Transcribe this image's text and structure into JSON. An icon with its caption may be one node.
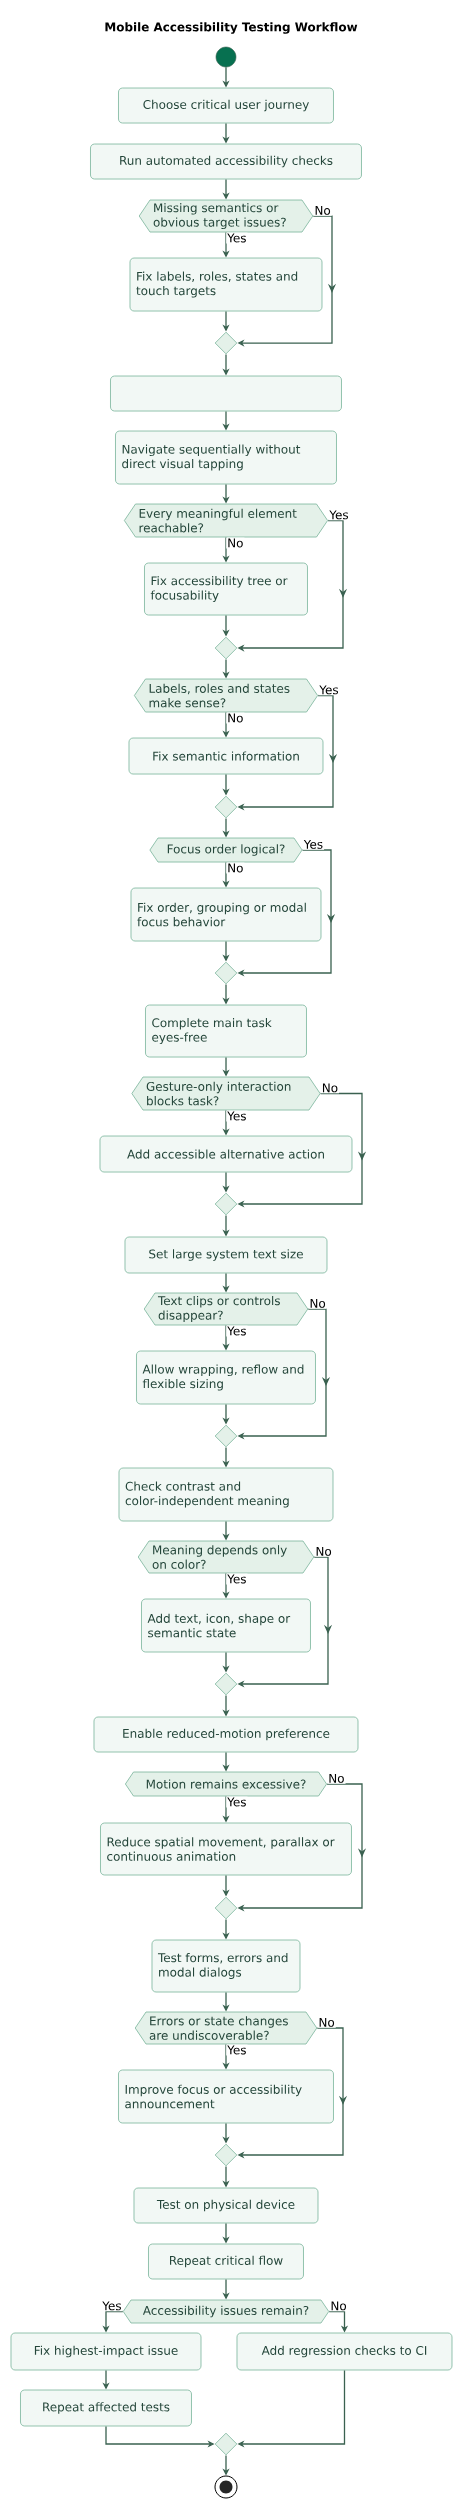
{
  "diagram": {
    "title": "Mobile Accessibility Testing Workflow",
    "nodes": [
      {
        "text": [],
        "shape": "circle"
      },
      {
        "text": [
          "Choose critical user journey"
        ]
      },
      {
        "text": [
          "Run automated accessibility checks"
        ]
      },
      {
        "text": [
          "Missing semantics or obvious target issues?"
        ]
      },
      {
        "text": [
          "Fix labels, roles, states and touch targets"
        ]
      },
      {
        "text": [],
        "shape": "diamond"
      },
      {
        "text": [],
        "shape": "box"
      },
      {
        "text": [
          "Navigate sequentially without direct visual tapping"
        ]
      },
      {
        "text": [
          "Every meaningful element reachable?"
        ]
      },
      {
        "text": [
          "Fix accessibility tree or focusability"
        ]
      },
      {
        "text": [],
        "shape": "diamond"
      },
      {
        "text": [
          "Labels, roles and states make sense?"
        ]
      },
      {
        "text": [
          "Fix semantic information"
        ]
      },
      {
        "text": [],
        "shape": "diamond"
      },
      {
        "text": [
          "Focus order logical?"
        ]
      },
      {
        "text": [
          "Fix order, grouping or modal focus behavior"
        ]
      },
      {
        "text": [],
        "shape": "diamond"
      },
      {
        "text": [
          "Complete main task eyes-free"
        ]
      },
      {
        "text": [
          "Gesture-only interaction blocks task?"
        ]
      },
      {
        "text": [
          "Add accessible alternative action"
        ]
      },
      {
        "text": [],
        "shape": "diamond"
      },
      {
        "text": [
          "Set large system text size"
        ]
      },
      {
        "text": [
          "Text clips or controls disappear?"
        ]
      },
      {
        "text": [
          "Allow wrapping, reflow and flexible sizing"
        ]
      },
      {
        "text": [],
        "shape": "diamond"
      },
      {
        "text": [
          "Check contrast and color-independent meaning"
        ]
      },
      {
        "text": [
          "Meaning depends only on color?"
        ]
      },
      {
        "text": [
          "Add text, icon, shape or semantic state"
        ]
      },
      {
        "text": [],
        "shape": "diamond"
      },
      {
        "text": [
          "Enable reduced-motion preference"
        ]
      },
      {
        "text": [
          "Motion remains excessive?"
        ]
      },
      {
        "text": [
          "Reduce spatial movement, parallax or continuous animation"
        ]
      },
      {
        "text": [],
        "shape": "diamond"
      },
      {
        "text": [
          "Test forms, errors and modal dialogs"
        ]
      },
      {
        "text": [
          "Errors or state changes are undiscoverable?"
        ]
      },
      {
        "text": [
          "Improve focus or accessibility announcement"
        ]
      },
      {
        "text": [],
        "shape": "diamond"
      },
      {
        "text": [
          "Test on physical device"
        ]
      },
      {
        "text": [
          "Repeat critical flow"
        ]
      },
      {
        "text": [
          "Accessibility issues remain?"
        ]
      },
      {
        "text": [
          "Fix highest-impact issue"
        ]
      },
      {
        "text": [
          "Add regression checks to CI"
        ]
      },
      {
        "text": [
          "Repeat affected tests"
        ]
      },
      {
        "text": [],
        "shape": "diamond"
      },
      {
        "text": [],
        "shape": "circle"
      }
    ],
    "edges": [
      {
        "from": 0,
        "to": 1,
        "arrow": "to"
      },
      {
        "from": 1,
        "to": 2,
        "arrow": "to"
      },
      {
        "from": 2,
        "to": 3,
        "arrow": "to"
      },
      {
        "from": 3,
        "to": 4,
        "arrow": "to",
        "label": "Yes"
      },
      {
        "from": 3,
        "to": 5,
        "arrow": "to",
        "label": "No"
      },
      {
        "from": 4,
        "to": 5,
        "arrow": "to"
      },
      {
        "from": 5,
        "to": 6,
        "arrow": "to"
      },
      {
        "from": 6,
        "to": 7,
        "arrow": "to"
      },
      {
        "from": 7,
        "to": 8,
        "arrow": "to"
      },
      {
        "from": 8,
        "to": 9,
        "arrow": "to",
        "label": "No"
      },
      {
        "from": 8,
        "to": 10,
        "arrow": "to",
        "label": "Yes"
      },
      {
        "from": 9,
        "to": 10,
        "arrow": "to"
      },
      {
        "from": 10,
        "to": 11,
        "arrow": "to"
      },
      {
        "from": 11,
        "to": 12,
        "arrow": "to",
        "label": "No"
      },
      {
        "from": 11,
        "to": 13,
        "arrow": "to",
        "label": "Yes"
      },
      {
        "from": 12,
        "to": 13,
        "arrow": "to"
      },
      {
        "from": 13,
        "to": 14,
        "arrow": "to"
      },
      {
        "from": 14,
        "to": 15,
        "arrow": "to",
        "label": "No"
      },
      {
        "from": 14,
        "to": 16,
        "arrow": "to",
        "label": "Yes"
      },
      {
        "from": 15,
        "to": 16,
        "arrow": "to"
      },
      {
        "from": 16,
        "to": 17,
        "arrow": "to"
      },
      {
        "from": 17,
        "to": 18,
        "arrow": "to"
      },
      {
        "from": 18,
        "to": 19,
        "arrow": "to",
        "label": "Yes"
      },
      {
        "from": 18,
        "to": 20,
        "arrow": "to",
        "label": "No"
      },
      {
        "from": 19,
        "to": 20,
        "arrow": "to"
      },
      {
        "from": 20,
        "to": 21,
        "arrow": "to"
      },
      {
        "from": 21,
        "to": 22,
        "arrow": "to"
      },
      {
        "from": 22,
        "to": 23,
        "arrow": "to",
        "label": "Yes"
      },
      {
        "from": 22,
        "to": 24,
        "arrow": "to",
        "label": "No"
      },
      {
        "from": 23,
        "to": 24,
        "arrow": "to"
      },
      {
        "from": 24,
        "to": 25,
        "arrow": "to"
      },
      {
        "from": 25,
        "to": 26,
        "arrow": "to"
      },
      {
        "from": 26,
        "to": 27,
        "arrow": "to",
        "label": "Yes"
      },
      {
        "from": 26,
        "to": 28,
        "arrow": "to",
        "label": "No"
      },
      {
        "from": 27,
        "to": 28,
        "arrow": "to"
      },
      {
        "from": 28,
        "to": 29,
        "arrow": "to"
      },
      {
        "from": 29,
        "to": 30,
        "arrow": "to"
      },
      {
        "from": 30,
        "to": 31,
        "arrow": "to",
        "label": "Yes"
      },
      {
        "from": 30,
        "to": 32,
        "arrow": "to",
        "label": "No"
      },
      {
        "from": 31,
        "to": 32,
        "arrow": "to"
      },
      {
        "from": 32,
        "to": 33,
        "arrow": "to"
      },
      {
        "from": 33,
        "to": 34,
        "arrow": "to"
      },
      {
        "from": 34,
        "to": 35,
        "arrow": "to",
        "label": "Yes"
      },
      {
        "from": 34,
        "to": 36,
        "arrow": "to",
        "label": "No"
      },
      {
        "from": 35,
        "to": 36,
        "arrow": "to"
      },
      {
        "from": 36,
        "to": 37,
        "arrow": "to"
      },
      {
        "from": 37,
        "to": 38,
        "arrow": "to"
      },
      {
        "from": 38,
        "to": 39,
        "arrow": "to"
      },
      {
        "from": 39,
        "to": 40,
        "arrow": "to",
        "label": "Yes"
      },
      {
        "from": 39,
        "to": 41,
        "arrow": "to",
        "label": "No"
      },
      {
        "from": 40,
        "to": 42,
        "arrow": "to"
      },
      {
        "from": 42,
        "to": 43,
        "arrow": "to"
      },
      {
        "from": 41,
        "to": 43,
        "arrow": "to"
      },
      {
        "from": 43,
        "to": 44,
        "arrow": "to"
      }
    ]
  }
}
